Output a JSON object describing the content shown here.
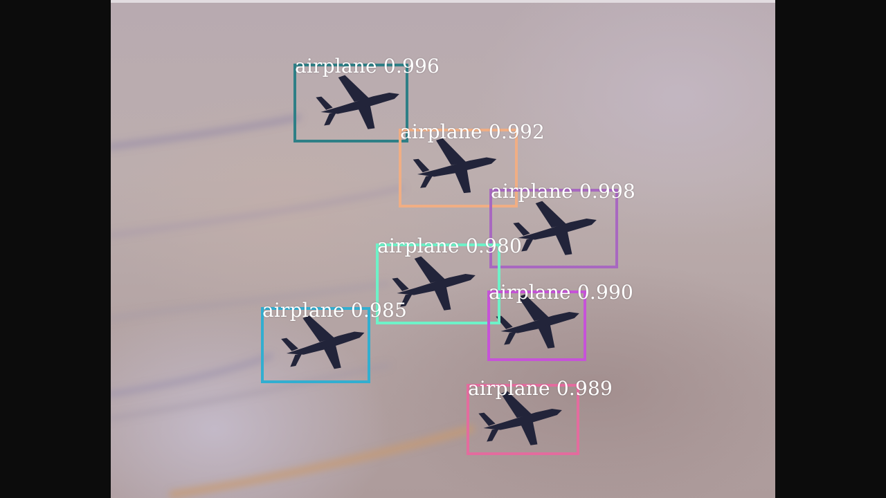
{
  "detections": [
    {
      "label": "airplane",
      "score": "0.996",
      "color": "#2e7f86",
      "text": "airplane 0.996"
    },
    {
      "label": "airplane",
      "score": "0.992",
      "color": "#f0ae84",
      "text": "airplane 0.992"
    },
    {
      "label": "airplane",
      "score": "0.998",
      "color": "#a868c0",
      "text": "airplane 0.998"
    },
    {
      "label": "airplane",
      "score": "0.980",
      "color": "#6ef2c8",
      "text": "airplane 0.980"
    },
    {
      "label": "airplane",
      "score": "0.990",
      "color": "#c653d8",
      "text": "airplane 0.990"
    },
    {
      "label": "airplane",
      "score": "0.985",
      "color": "#32aed0",
      "text": "airplane 0.985"
    },
    {
      "label": "airplane",
      "score": "0.989",
      "color": "#e36c9e",
      "text": "airplane 0.989"
    }
  ],
  "scene": {
    "sky_color": "#b8aab0",
    "aircraft_color": "#22243a",
    "aircraft_icon": "jet-aircraft-icon"
  }
}
